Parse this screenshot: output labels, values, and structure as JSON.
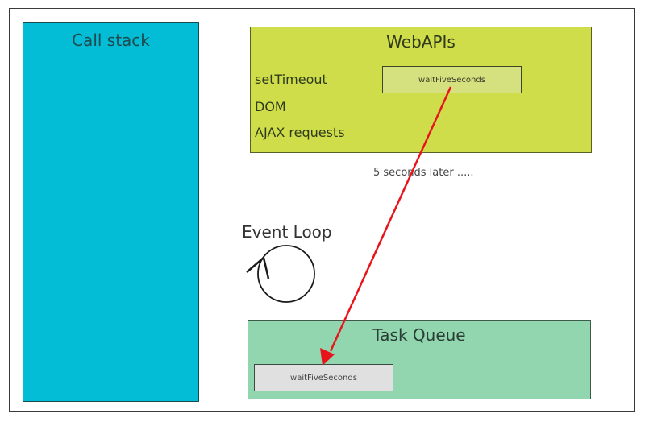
{
  "diagram": {
    "call_stack": {
      "title": "Call stack",
      "color": "#03bcd5"
    },
    "web_apis": {
      "title": "WebAPIs",
      "color": "#cfdd4b",
      "items": [
        "setTimeout",
        "DOM",
        "AJAX requests"
      ],
      "pending_callback": "waitFiveSeconds"
    },
    "annotation": "5 seconds later .....",
    "event_loop": {
      "label": "Event Loop",
      "icon": "circular-arrow-icon"
    },
    "task_queue": {
      "title": "Task Queue",
      "color": "#92d6b0",
      "items": [
        "waitFiveSeconds"
      ]
    },
    "arrow": {
      "from": "web_apis.pending_callback",
      "to": "task_queue.items.0",
      "color": "#e8141c"
    }
  }
}
